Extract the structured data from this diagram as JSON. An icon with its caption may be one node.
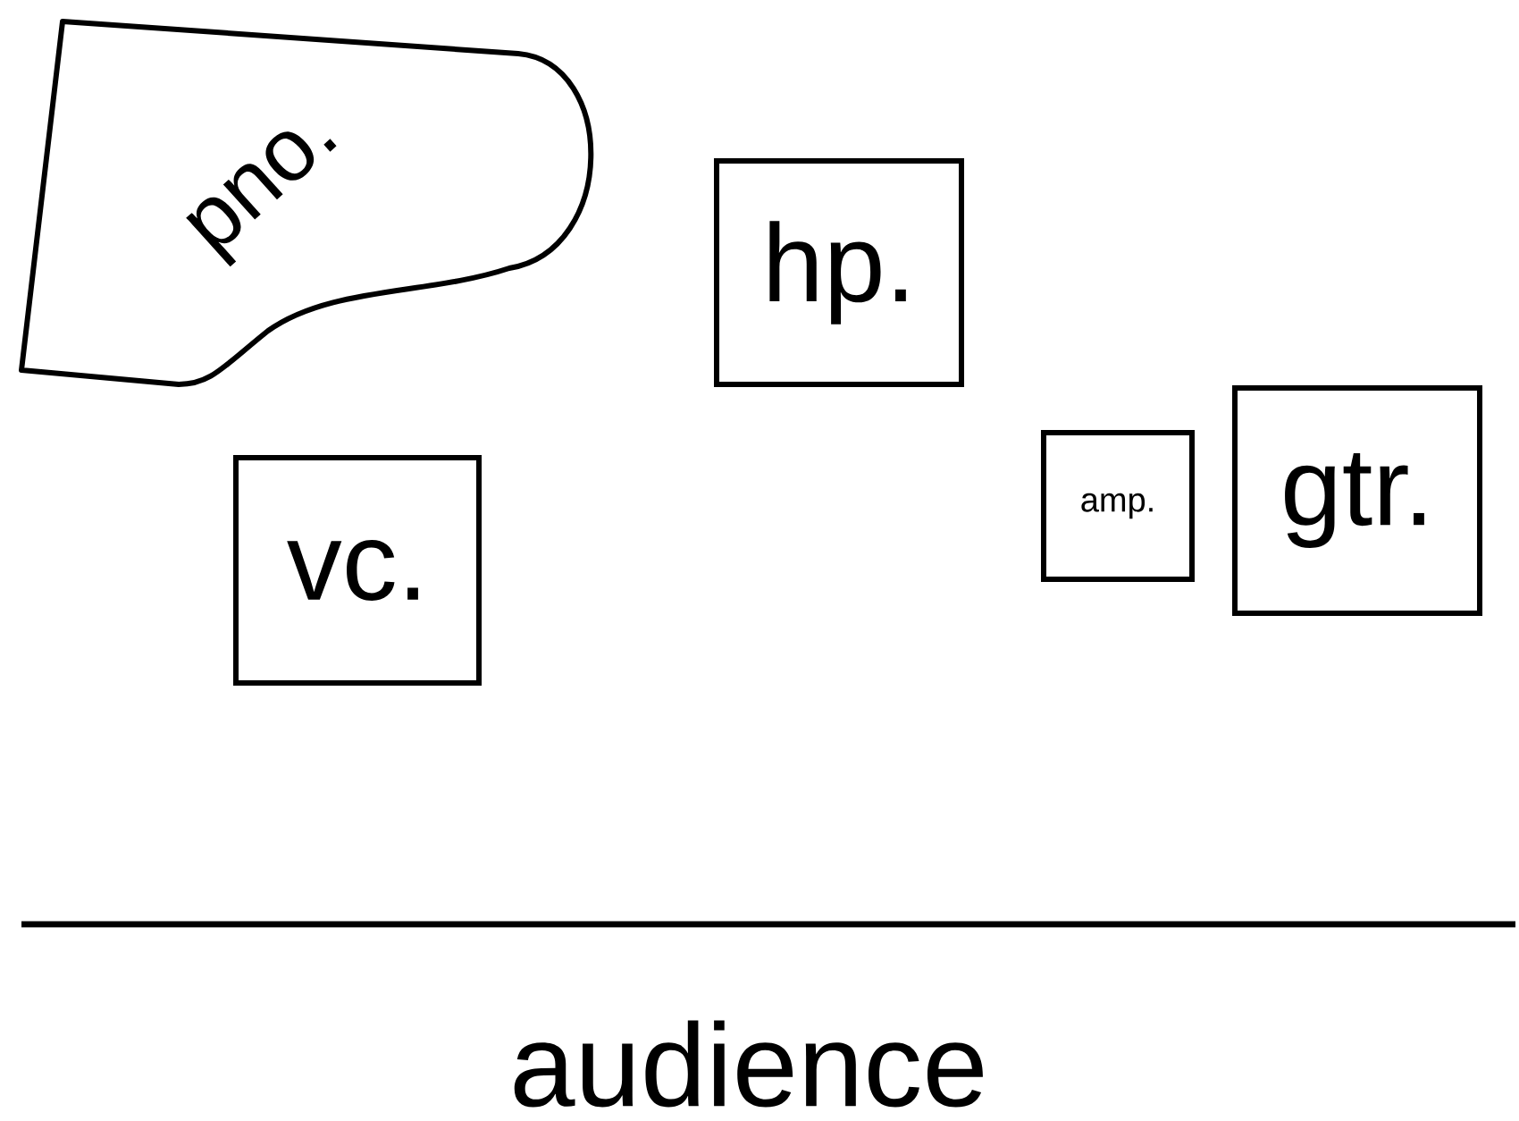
{
  "diagram": {
    "nodes": [
      {
        "text": [
          "pno."
        ]
      },
      {
        "text": [
          "hp."
        ]
      },
      {
        "text": [
          "vc."
        ]
      },
      {
        "text": [
          "amp."
        ]
      },
      {
        "text": [
          "gtr."
        ]
      }
    ],
    "labels": [
      "audience"
    ]
  }
}
